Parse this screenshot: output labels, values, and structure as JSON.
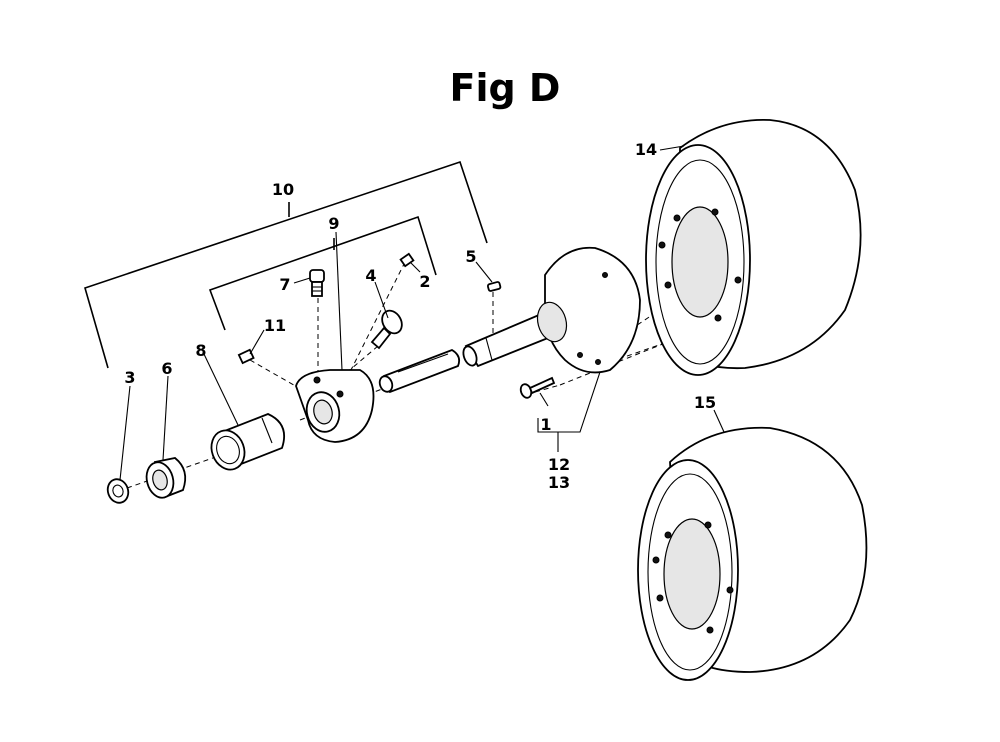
{
  "figure": {
    "title": "Fig D"
  },
  "callouts": [
    {
      "id": "c1",
      "text": "1"
    },
    {
      "id": "c2",
      "text": "2"
    },
    {
      "id": "c3",
      "text": "3"
    },
    {
      "id": "c4",
      "text": "4"
    },
    {
      "id": "c5",
      "text": "5"
    },
    {
      "id": "c6",
      "text": "6"
    },
    {
      "id": "c7",
      "text": "7"
    },
    {
      "id": "c8",
      "text": "8"
    },
    {
      "id": "c9",
      "text": "9"
    },
    {
      "id": "c10",
      "text": "10"
    },
    {
      "id": "c11",
      "text": "11"
    },
    {
      "id": "c12",
      "text": "12"
    },
    {
      "id": "c13",
      "text": "13"
    },
    {
      "id": "c14",
      "text": "14"
    },
    {
      "id": "c15",
      "text": "15"
    }
  ]
}
